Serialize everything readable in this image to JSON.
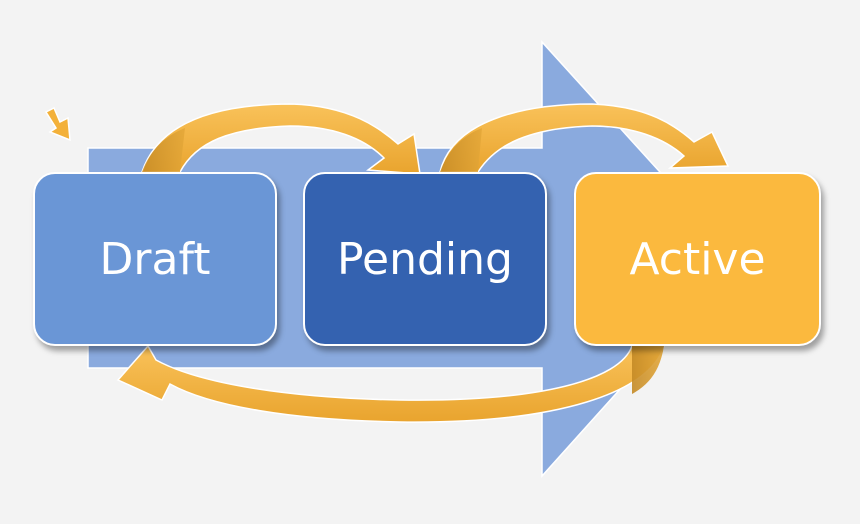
{
  "diagram": {
    "states": [
      {
        "id": "draft",
        "label": "Draft",
        "color": "#6a96d6"
      },
      {
        "id": "pending",
        "label": "Pending",
        "color": "#3462b0"
      },
      {
        "id": "active",
        "label": "Active",
        "color": "#fbb93e"
      }
    ],
    "transitions": [
      {
        "from": "draft",
        "to": "pending"
      },
      {
        "from": "pending",
        "to": "active"
      },
      {
        "from": "active",
        "to": "draft"
      }
    ],
    "colors": {
      "flow_arrow": "#8aaade",
      "transition_arrow": "#f3b13a",
      "transition_arrow_shade": "#c98d25",
      "background": "#f3f3f3"
    }
  }
}
